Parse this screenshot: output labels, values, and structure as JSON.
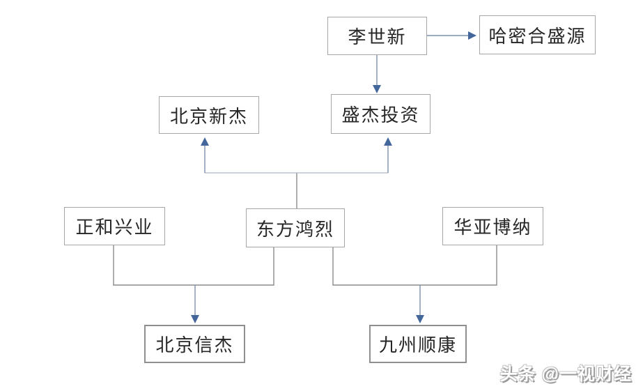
{
  "page": {
    "background": "#ffffff"
  },
  "colors": {
    "arrow_blue": "#44679B",
    "line_blue": "#7D90AC",
    "line_gray": "#8C8C8C",
    "line_light": "#AEB8C4",
    "box_border": "#A6A6A6",
    "text": "#262626"
  },
  "nodes": [
    {
      "id": "li-shixin",
      "label": "李世新"
    },
    {
      "id": "hami-heshengyuan",
      "label": "哈密合盛源"
    },
    {
      "id": "beijing-xinjie",
      "label": "北京新杰"
    },
    {
      "id": "shengjie-touzi",
      "label": "盛杰投资"
    },
    {
      "id": "zhenghe-xingye",
      "label": "正和兴业"
    },
    {
      "id": "dongfang-honglie",
      "label": "东方鸿烈"
    },
    {
      "id": "huaya-bona",
      "label": "华亚博纳"
    },
    {
      "id": "beijing-xinjie-2",
      "label": "北京信杰"
    },
    {
      "id": "jiuzhou-shunkang",
      "label": "九州顺康"
    }
  ],
  "edges": [
    {
      "from": [
        "李世新"
      ],
      "to": "哈密合盛源",
      "style": "arrow-right"
    },
    {
      "from": [
        "李世新"
      ],
      "to": "盛杰投资",
      "style": "arrow-down"
    },
    {
      "from": [
        "东方鸿烈"
      ],
      "to": "北京新杰",
      "style": "arrow-up"
    },
    {
      "from": [
        "东方鸿烈"
      ],
      "to": "盛杰投资",
      "style": "arrow-up"
    },
    {
      "from": [
        "正和兴业",
        "东方鸿烈"
      ],
      "to": "北京信杰",
      "style": "arrow-down"
    },
    {
      "from": [
        "东方鸿烈",
        "华亚博纳"
      ],
      "to": "九州顺康",
      "style": "arrow-down"
    }
  ],
  "watermark": {
    "text": "头条 @一视财经"
  }
}
